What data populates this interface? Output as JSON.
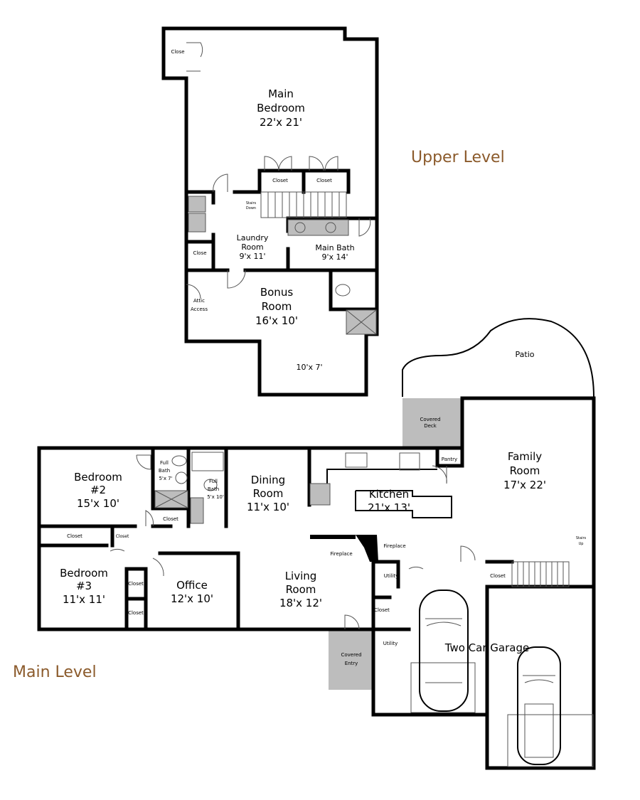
{
  "levels": {
    "upper": "Upper Level",
    "main": "Main Level"
  },
  "level_color": "#8B5A2B",
  "upper": {
    "main_bedroom": {
      "name": "Main",
      "name2": "Bedroom",
      "size": "22'x 21'"
    },
    "close_top": "Close",
    "closet_a": "Closet",
    "closet_b": "Closet",
    "stairs_down": {
      "l1": "Stairs",
      "l2": "Down"
    },
    "laundry": {
      "name": "Laundry",
      "name2": "Room",
      "size": "9'x 11'"
    },
    "close_laundry": "Close",
    "main_bath": {
      "name": "Main Bath",
      "size": "9'x 14'"
    },
    "attic": {
      "l1": "Attic",
      "l2": "Access"
    },
    "bonus": {
      "name": "Bonus",
      "name2": "Room",
      "size": "16'x 10'"
    },
    "nook_size": "10'x 7'"
  },
  "main": {
    "patio": "Patio",
    "covered_deck": {
      "l1": "Covered",
      "l2": "Deck"
    },
    "pantry": "Pantry",
    "family": {
      "name": "Family",
      "name2": "Room",
      "size": "17'x 22'"
    },
    "stairs_up": {
      "l1": "Stairs",
      "l2": "Up"
    },
    "bedroom2": {
      "name": "Bedroom",
      "name2": "#2",
      "size": "15'x 10'"
    },
    "full_bath1": {
      "l1": "Full",
      "l2": "Bath",
      "size": "5'x 7'"
    },
    "full_bath2": {
      "l1": "Full",
      "l2": "Bath",
      "size": "5'x 10'"
    },
    "closet_bath": "Closet",
    "dining": {
      "name": "Dining",
      "name2": "Room",
      "size": "11'x 10'"
    },
    "kitchen": {
      "name": "Kitchen",
      "size": "21'x 13'"
    },
    "closet_b2": "Closet",
    "closet_small": "Closet",
    "fireplace_left": "Fireplace",
    "fireplace_right": "Fireplace",
    "bedroom3": {
      "name": "Bedroom",
      "name2": "#3",
      "size": "11'x 11'"
    },
    "closet_b3a": "Closet",
    "closet_b3b": "Closet",
    "office": {
      "name": "Office",
      "size": "12'x 10'"
    },
    "living": {
      "name": "Living",
      "name2": "Room",
      "size": "18'x 12'"
    },
    "utility1": "Utility",
    "closet_garage": "Closet",
    "closet_stairs": "Closet",
    "utility2": "Utility",
    "garage": "Two Car Garage",
    "covered_entry": {
      "l1": "Covered",
      "l2": "Entry"
    }
  }
}
